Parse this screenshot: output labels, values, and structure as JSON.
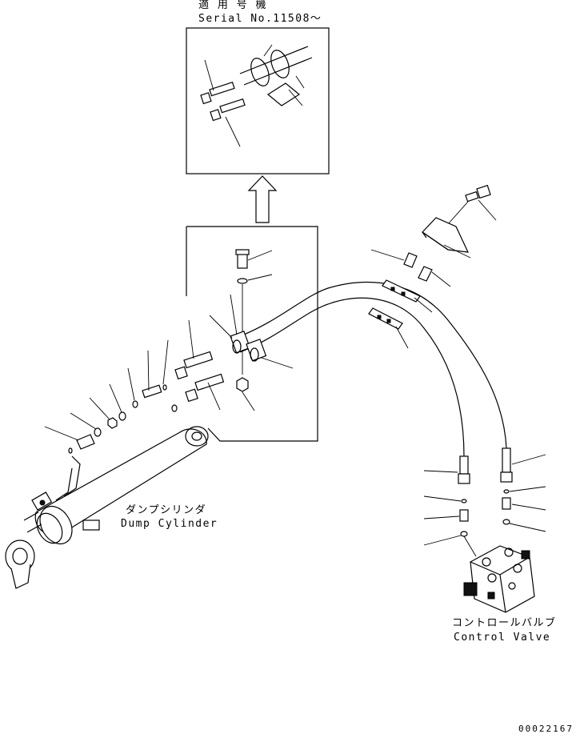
{
  "inset": {
    "heading_jp": "適 用 号 機",
    "heading_serial": "Serial No.11508～"
  },
  "dump_cylinder": {
    "label_jp": "ダンプシリンダ",
    "label_en": "Dump Cylinder"
  },
  "control_valve": {
    "label_jp": "コントロールバルブ",
    "label_en": "Control Valve"
  },
  "drawing_number": "00022167"
}
